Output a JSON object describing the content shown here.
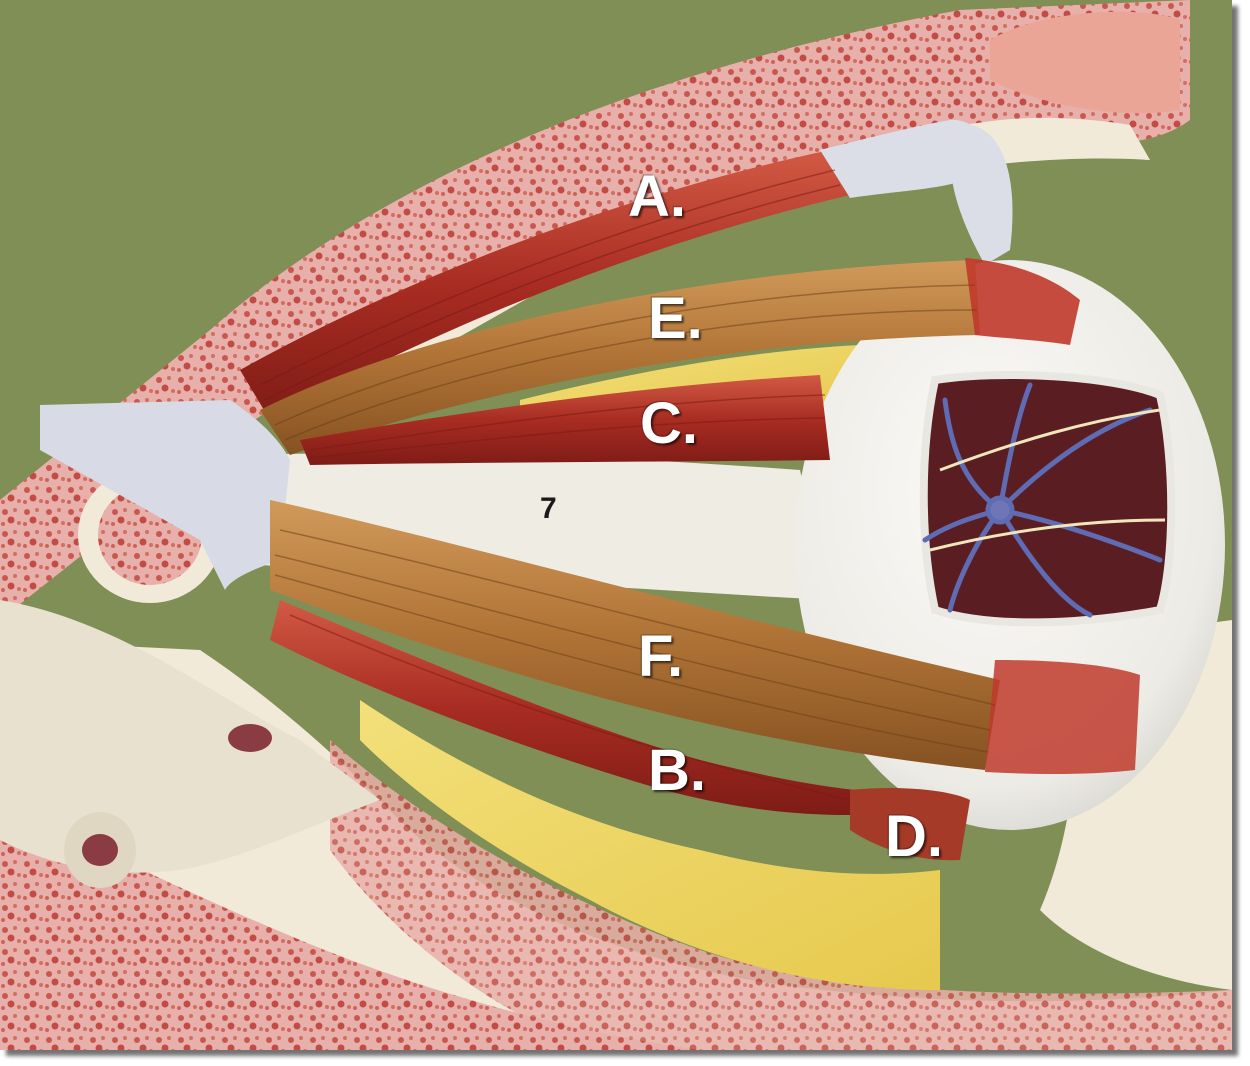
{
  "labels": {
    "a": "A.",
    "b": "B.",
    "c": "C.",
    "d": "D.",
    "e": "E.",
    "f": "F."
  },
  "number_7": "7",
  "colors": {
    "background": "#7f8f55",
    "bone": "#f1ead9",
    "marrow": "#e6a4a0",
    "muscle_red": "#b8352a",
    "muscle_tan": "#b87a3e",
    "fat_yellow": "#efd866",
    "retina": "#5a1e22",
    "vessels": "#5f6bb3"
  }
}
